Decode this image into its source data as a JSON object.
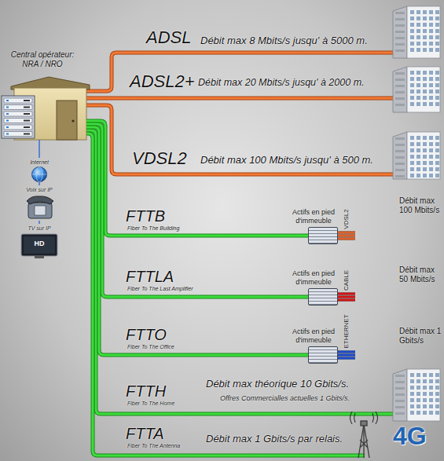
{
  "diagram": {
    "nodes": [
      {
        "text": [
          "Central opérateur: NRA / NRO"
        ]
      },
      {
        "text": [
          "Actifs en pied d'immeuble"
        ]
      },
      {
        "text": [
          "Débit max 100 Mbits/s"
        ]
      },
      {
        "text": [
          "Actifs en pied d'immeuble"
        ]
      },
      {
        "text": [
          "Débit max 50 Mbits/s"
        ]
      },
      {
        "text": [
          "Actifs en pied d'immeuble"
        ]
      },
      {
        "text": [
          "Débit max 1 Gbits/s"
        ]
      }
    ],
    "edges": [
      {
        "from": 0,
        "to": 1,
        "arrow": "none"
      },
      {
        "from": 0,
        "to": 3,
        "arrow": "none"
      },
      {
        "from": 0,
        "to": 5,
        "arrow": "none"
      },
      {
        "from": 1,
        "to": 2,
        "label": "VDSL2",
        "arrow": "none"
      },
      {
        "from": 3,
        "to": 4,
        "label": "CABLE",
        "arrow": "none"
      },
      {
        "from": 5,
        "to": 6,
        "label": "ETHERNET",
        "arrow": "none"
      }
    ],
    "labels": [
      "ADSL",
      "Débit max 8 Mbits/s jusqu' à 5000 m.",
      "ADSL2+",
      "Débit max 20 Mbits/s jusqu' à 2000 m.",
      "VDSL2",
      "Débit max 100 Mbits/s jusqu' à 500 m.",
      "FTTB",
      "Fiber To The Building",
      "FTTLA",
      "Fiber To The Last Amplifier",
      "FTTO",
      "Fiber To The Office",
      "FTTH",
      "Fiber To The Home",
      "Débit max théorique 10 Gbits/s.",
      "Offres Commercialles actuelles 1 Gbits/s.",
      "FTTA",
      "Fiber To The Antenna",
      "Débit max 1 Gbits/s par relais.",
      "4G",
      "Internet",
      "Voix sur IP",
      "TV sur IP",
      "HD"
    ]
  }
}
